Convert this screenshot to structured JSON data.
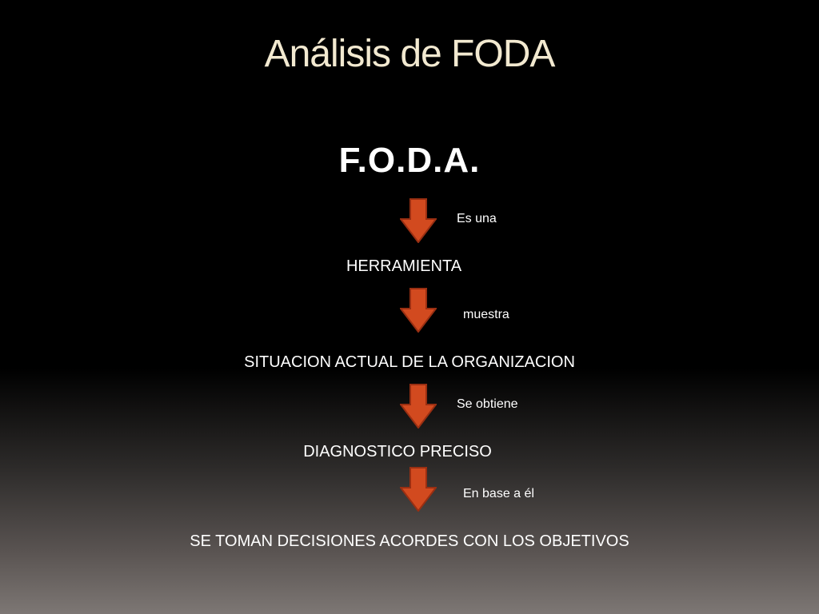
{
  "slide": {
    "title": "Análisis de FODA",
    "heading": "F.O.D.A."
  },
  "flow": {
    "steps": [
      "HERRAMIENTA",
      "SITUACION ACTUAL DE LA ORGANIZACION",
      "DIAGNOSTICO PRECISO",
      "SE TOMAN DECISIONES ACORDES CON LOS OBJETIVOS"
    ],
    "connectors": [
      "Es una",
      "muestra",
      "Se obtiene",
      "En base a él"
    ]
  },
  "colors": {
    "arrow_fill": "#d24a1f",
    "arrow_stroke": "#9a2f12",
    "title_color": "#f2e9d0"
  },
  "icons": {
    "arrow": "down-arrow-icon"
  }
}
